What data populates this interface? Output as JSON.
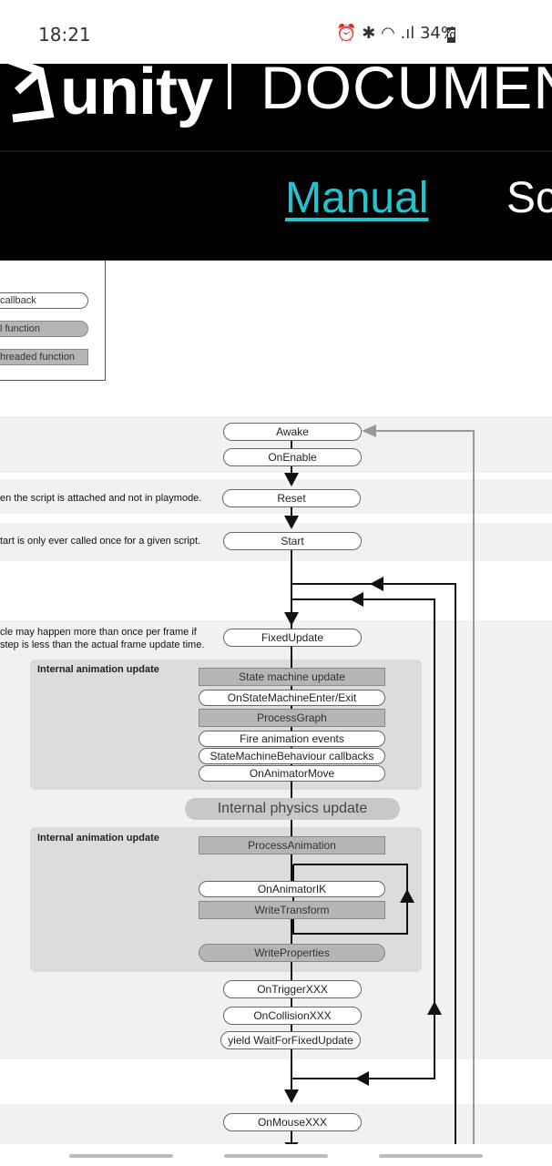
{
  "status_bar": {
    "time": "18:21",
    "icons": [
      "alarm-icon",
      "bluetooth-icon",
      "wifi-icon",
      "signal-icon"
    ],
    "battery": "34%"
  },
  "header": {
    "logo_text": "unity",
    "doc_text": "DOCUMENTA",
    "nav_manual": "Manual",
    "nav_sc": "Sc",
    "accent_color": "#22c4d0"
  },
  "legend": {
    "items": [
      "callback",
      "l function",
      "hreaded function"
    ]
  },
  "notes": {
    "reset_note": "en the script is attached and not in playmode.",
    "start_note": "tart is only ever called once for a given script.",
    "fixed_note_1": "cle may happen more than once per frame if",
    "fixed_note_2": "step is less than the actual frame update time."
  },
  "flow": {
    "awake": "Awake",
    "on_enable": "OnEnable",
    "reset": "Reset",
    "start": "Start",
    "fixed_update": "FixedUpdate",
    "anim_panel_1_title": "Internal animation update",
    "state_machine_update": "State machine update",
    "on_state_machine_enter_exit": "OnStateMachineEnter/Exit",
    "process_graph": "ProcessGraph",
    "fire_animation_events": "Fire animation events",
    "state_machine_behaviour_callbacks": "StateMachineBehaviour callbacks",
    "on_animator_move": "OnAnimatorMove",
    "internal_physics_update": "Internal physics update",
    "anim_panel_2_title": "Internal animation update",
    "process_animation": "ProcessAnimation",
    "on_animator_ik": "OnAnimatorIK",
    "write_transform": "WriteTransform",
    "write_properties": "WriteProperties",
    "on_trigger_xxx": "OnTriggerXXX",
    "on_collision_xxx": "OnCollisionXXX",
    "yield_wait_for_fixed_update": "yield WaitForFixedUpdate",
    "on_mouse_xxx": "OnMouseXXX"
  }
}
